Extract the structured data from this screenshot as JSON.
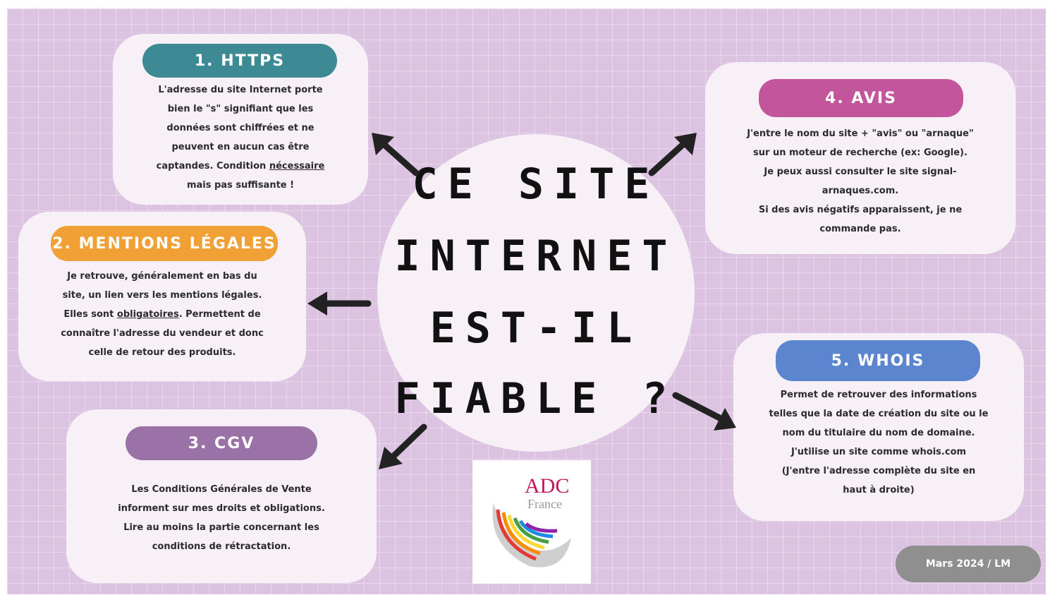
{
  "center": {
    "title_lines": [
      "CE SITE",
      "INTERNET",
      "EST-IL",
      "FIABLE ?"
    ]
  },
  "cards": {
    "https": {
      "heading": "1. HTTPS",
      "text_before": "L'adresse du site Internet porte\nbien le \"s\"  signifiant que les\ndonnées sont chiffrées et ne\npeuvent en aucun cas être\ncaptandes. Condition ",
      "text_underline": "nécessaire",
      "text_after": "\nmais pas suffisante !",
      "color": "#3e8a94"
    },
    "mentions": {
      "heading": "2. MENTIONS LÉGALES",
      "text_before": "Je retrouve, généralement en bas du\nsite, un lien vers les mentions légales.\nElles sont ",
      "text_underline": "obligatoires",
      "text_after": ". Permettent de\nconnaître l'adresse du vendeur et donc\ncelle de retour des produits.",
      "color": "#f0a035"
    },
    "cgv": {
      "heading": "3. CGV",
      "text": "Les Conditions Générales de Vente\ninforment sur mes droits et obligations.\nLire au moins la partie concernant les\nconditions de rétractation.",
      "color": "#9b72a8"
    },
    "avis": {
      "heading": "4. AVIS",
      "text": "J'entre le nom du site + \"avis\" ou \"arnaque\"\nsur un moteur de recherche (ex: Google).\nJe peux aussi consulter le site signal-\narnaques.com.\nSi des avis négatifs apparaissent, je ne\ncommande pas.",
      "color": "#c2559b"
    },
    "whois": {
      "heading": "5. WHOIS",
      "text": "Permet de retrouver des informations\ntelles que la date de création du site ou le\nnom du titulaire du nom de domaine.\nJ'utilise un site comme whois.com\n(J'entre l'adresse complète du site en\nhaut à droite)",
      "color": "#5b86cf"
    }
  },
  "logo": {
    "name": "ADC",
    "subtitle": "France"
  },
  "footer": {
    "credit": "Mars 2024 / LM"
  }
}
